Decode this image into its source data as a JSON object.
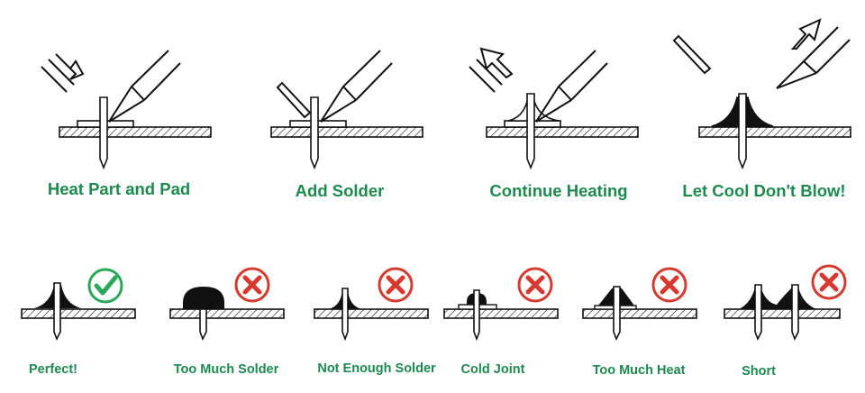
{
  "label_color": "#1d8a4f",
  "ok_color": "#2aa85a",
  "bad_color": "#d63a2f",
  "steps": [
    {
      "label": "Heat Part and Pad",
      "arrow": "in"
    },
    {
      "label": "Add Solder",
      "arrow": "none"
    },
    {
      "label": "Continue Heating",
      "arrow": "out"
    },
    {
      "label": "Let Cool Don't Blow!",
      "arrow": "away"
    }
  ],
  "results": [
    {
      "label": "Perfect!",
      "verdict": "check-icon"
    },
    {
      "label": "Too Much Solder",
      "verdict": "cross-icon"
    },
    {
      "label": "Not Enough Solder",
      "verdict": "cross-icon"
    },
    {
      "label": "Cold Joint",
      "verdict": "cross-icon"
    },
    {
      "label": "Too Much Heat",
      "verdict": "cross-icon"
    },
    {
      "label": "Short",
      "verdict": "cross-icon"
    }
  ]
}
